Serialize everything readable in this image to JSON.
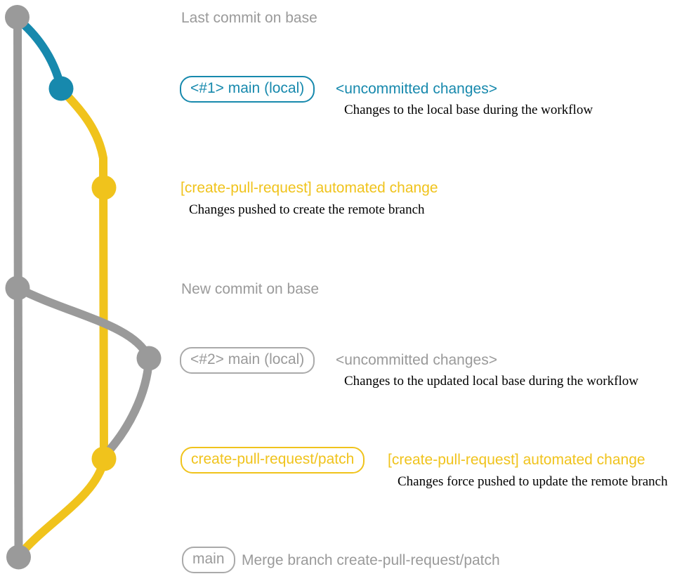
{
  "colors": {
    "base_branch_gray": "#9a9a9a",
    "local_change_teal": "#1789ad",
    "pull_request_yellow": "#f0c31c",
    "description_text": "#000000",
    "background": "#ffffff"
  },
  "diagram": {
    "milestones": {
      "last_commit_on_base": "Last commit on base",
      "new_commit_on_base": "New commit on base"
    },
    "rows": {
      "row1": {
        "branch_box": "<#1> main (local)",
        "commit_title": "<uncommitted changes>",
        "description": "Changes to the local base during the workflow"
      },
      "row2": {
        "commit_title": "[create-pull-request] automated change",
        "description": "Changes pushed to create the remote branch"
      },
      "row3": {
        "branch_box": "<#2> main (local)",
        "commit_title": "<uncommitted changes>",
        "description": "Changes to the updated local base during the workflow"
      },
      "row4": {
        "branch_box": "create-pull-request/patch",
        "commit_title": "[create-pull-request] automated change",
        "description": "Changes force pushed to update the remote branch"
      },
      "row5": {
        "branch_box": "main",
        "commit_title": "Merge branch create-pull-request/patch"
      }
    }
  }
}
